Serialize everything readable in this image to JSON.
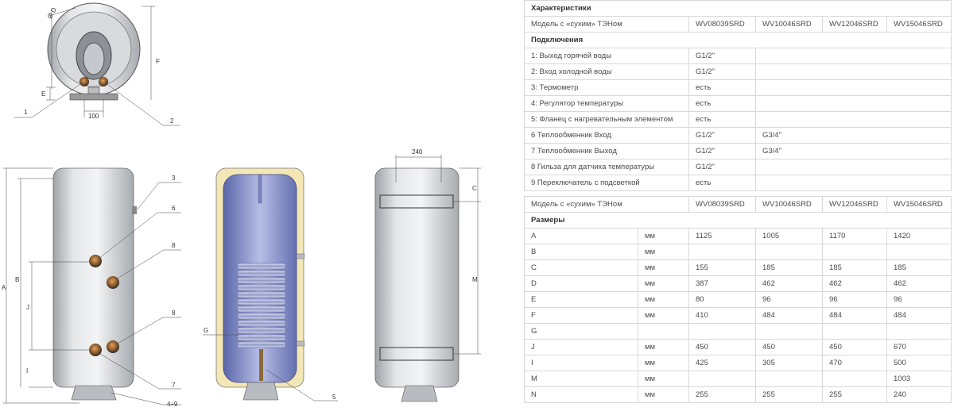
{
  "spec_table": {
    "title": "Характеристики",
    "model_label": "Модель с «сухим» ТЭНом",
    "models": [
      "WV08039SRD",
      "WV10046SRD",
      "WV12046SRD",
      "WV15046SRD"
    ],
    "section": "Подключения",
    "rows": [
      {
        "label": "1: Выход горячей воды",
        "v1": "G1/2\"",
        "v2": ""
      },
      {
        "label": "2: Вход холодной воды",
        "v1": "G1/2\"",
        "v2": ""
      },
      {
        "label": "3: Термометр",
        "v1": "есть",
        "v2": ""
      },
      {
        "label": "4: Регулятор температуры",
        "v1": "есть",
        "v2": ""
      },
      {
        "label": "5: Фланец с нагревательным элементом",
        "v1": "есть",
        "v2": ""
      },
      {
        "label": "6 Теплообменник Вход",
        "v1": "G1/2\"",
        "v2": "G3/4\""
      },
      {
        "label": "7 Теплообменник Выход",
        "v1": "G1/2\"",
        "v2": "G3/4\""
      },
      {
        "label": "8 Гильза для датчика температуры",
        "v1": "G1/2\"",
        "v2": ""
      },
      {
        "label": "9 Переключатель с подсветкой",
        "v1": "есть",
        "v2": ""
      }
    ]
  },
  "dims_table": {
    "model_label": "Модель с «сухим» ТЭНом",
    "models": [
      "WV08039SRD",
      "WV10046SRD",
      "WV12046SRD",
      "WV15046SRD"
    ],
    "section": "Размеры",
    "rows": [
      {
        "label": "A",
        "unit": "мм",
        "v": [
          "1125",
          "1005",
          "1170",
          "1420"
        ]
      },
      {
        "label": "B",
        "unit": "мм",
        "v": [
          "",
          "",
          "",
          ""
        ]
      },
      {
        "label": "C",
        "unit": "мм",
        "v": [
          "155",
          "185",
          "185",
          "185"
        ]
      },
      {
        "label": "D",
        "unit": "мм",
        "v": [
          "387",
          "462",
          "462",
          "462"
        ]
      },
      {
        "label": "E",
        "unit": "мм",
        "v": [
          "80",
          "96",
          "96",
          "96"
        ]
      },
      {
        "label": "F",
        "unit": "мм",
        "v": [
          "410",
          "484",
          "484",
          "484"
        ]
      },
      {
        "label": "G",
        "unit": "",
        "v": [
          "",
          "",
          "",
          ""
        ]
      },
      {
        "label": "J",
        "unit": "мм",
        "v": [
          "450",
          "450",
          "450",
          "670"
        ]
      },
      {
        "label": "I",
        "unit": "мм",
        "v": [
          "425",
          "305",
          "470",
          "500"
        ]
      },
      {
        "label": "M",
        "unit": "мм",
        "v": [
          "",
          "",
          "",
          "1003"
        ]
      },
      {
        "label": "N",
        "unit": "мм",
        "v": [
          "255",
          "255",
          "255",
          "240"
        ]
      }
    ]
  },
  "drawing_labels": {
    "top_d": "Ø D",
    "top_f": "F",
    "top_e": "E",
    "top_100": "100",
    "top_1": "1",
    "top_2": "2",
    "side_a": "A",
    "side_b": "B",
    "side_j": "J",
    "side_i": "I",
    "side_3": "3",
    "side_6": "6",
    "side_8a": "8",
    "side_8b": "8",
    "side_7": "7",
    "side_49": "4÷9",
    "cut_g": "G",
    "cut_5": "5",
    "back_240": "240",
    "back_c": "C",
    "back_m": "M"
  }
}
